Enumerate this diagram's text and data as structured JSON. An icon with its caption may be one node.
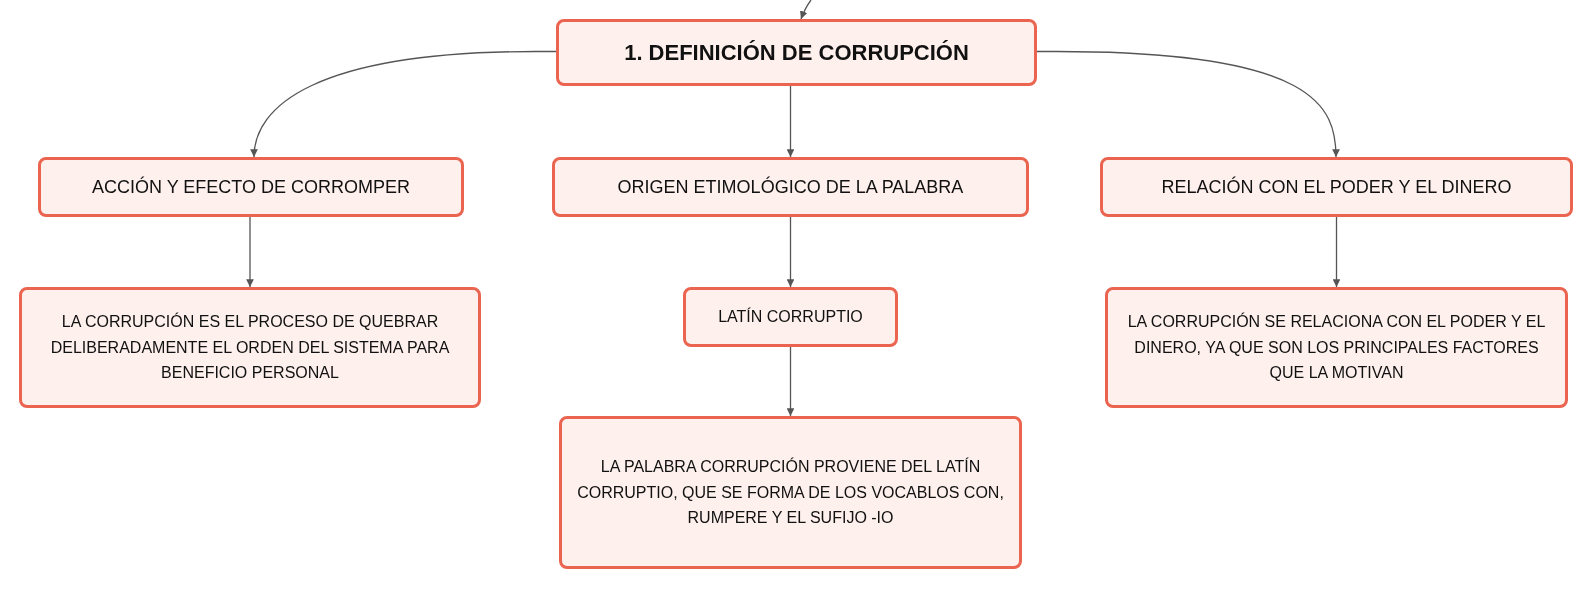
{
  "diagram": {
    "nodes": [
      {
        "text": [
          "1. DEFINICIÓN DE CORRUPCIÓN"
        ]
      },
      {
        "text": [
          "ACCIÓN Y EFECTO DE CORROMPER"
        ]
      },
      {
        "text": [
          "ORIGEN ETIMOLÓGICO DE LA PALABRA"
        ]
      },
      {
        "text": [
          "RELACIÓN CON EL PODER Y EL DINERO"
        ]
      },
      {
        "text": [
          "LA CORRUPCIÓN ES EL PROCESO DE QUEBRAR DELIBERADAMENTE EL ORDEN DEL SISTEMA PARA BENEFICIO PERSONAL"
        ]
      },
      {
        "text": [
          "LATÍN CORRUPTIO"
        ]
      },
      {
        "text": [
          "LA PALABRA CORRUPCIÓN PROVIENE DEL LATÍN CORRUPTIO, QUE SE FORMA DE LOS VOCABLOS CON, RUMPERE Y EL SUFIJO -IO"
        ]
      },
      {
        "text": [
          "LA CORRUPCIÓN SE RELACIONA CON EL PODER Y EL DINERO, YA QUE SON LOS PRINCIPALES FACTORES QUE LA MOTIVAN"
        ]
      }
    ],
    "edges": [
      {
        "from": null,
        "to": 0,
        "arrow": "to"
      },
      {
        "from": 0,
        "to": 1,
        "arrow": "to"
      },
      {
        "from": 0,
        "to": 2,
        "arrow": "to"
      },
      {
        "from": 0,
        "to": 3,
        "arrow": "to"
      },
      {
        "from": 1,
        "to": 4,
        "arrow": "to"
      },
      {
        "from": 2,
        "to": 5,
        "arrow": "to"
      },
      {
        "from": 5,
        "to": 6,
        "arrow": "to"
      },
      {
        "from": 3,
        "to": 7,
        "arrow": "to"
      }
    ]
  }
}
